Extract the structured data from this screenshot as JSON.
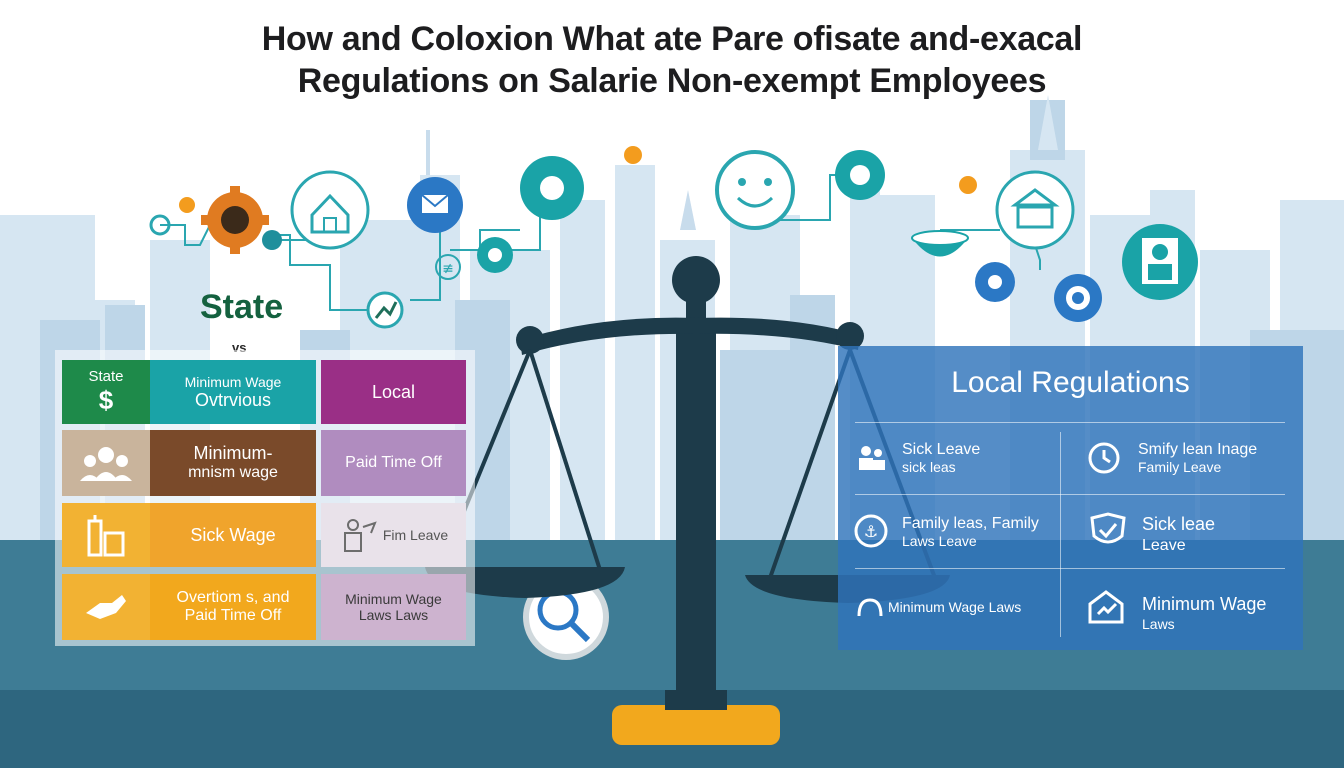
{
  "title": {
    "line1": "How and Coloxion What ate Pare ofisate and-exacal",
    "line2": "Regulations on Salarie Non-exempt Employees"
  },
  "state_section": {
    "heading": "State",
    "vs": "vs",
    "cells": {
      "state": {
        "label": "State",
        "symbol": "$"
      },
      "min_wage_over": {
        "line1": "Minimum Wage",
        "line2": "Ovtrvious"
      },
      "local": {
        "label": "Local"
      },
      "minimum": {
        "line1": "Minimum-",
        "line2": "mnism wage"
      },
      "paid_time_off": {
        "label": "Paid Time Off"
      },
      "sick_wage": {
        "label": "Sick Wage"
      },
      "firm_leave": {
        "label": "Fim Leave"
      },
      "overtime": {
        "line1": "Overtiom s, and",
        "line2": "Paid Time Off"
      },
      "min_wage_laws": {
        "line1": "Minimum Wage",
        "line2": "Laws Laws"
      }
    }
  },
  "local_section": {
    "heading": "Local Regulations",
    "items": [
      {
        "line1": "Sick Leave",
        "line2": "sick leas"
      },
      {
        "line1": "Smify lean Inage",
        "line2": "Family Leave"
      },
      {
        "line1": "Family leas, Family",
        "line2": "Laws Leave"
      },
      {
        "line1": "Sick leae",
        "line2": "Leave"
      },
      {
        "line1": "Minimum Wage Laws",
        "line2": ""
      },
      {
        "line1": "Minimum Wage",
        "line2": "Laws"
      }
    ]
  },
  "colors": {
    "green": "#1e8a4a",
    "teal": "#1aa3a7",
    "purple": "#9a2f86",
    "brown": "#7a4a2a",
    "lavender": "#b08cbf",
    "orange": "#e99a2a",
    "gold": "#f2b233",
    "local_blue": "#2f74bb",
    "scale_dark": "#1d3b4a",
    "scale_base": "#f2a81d"
  }
}
